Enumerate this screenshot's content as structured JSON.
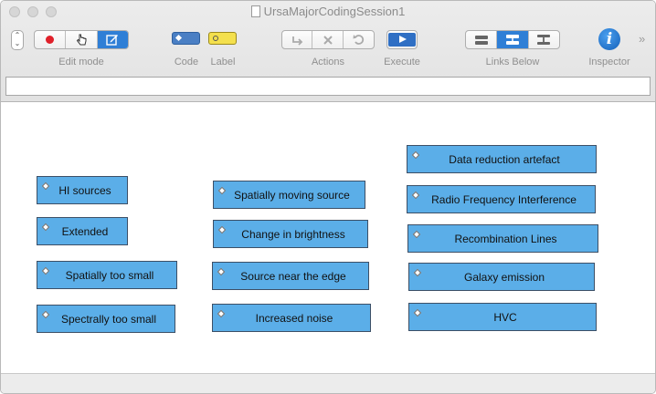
{
  "window": {
    "title": "UrsaMajorCodingSession1"
  },
  "toolbar": {
    "edit_mode_label": "Edit mode",
    "code_label": "Code",
    "label_label": "Label",
    "actions_label": "Actions",
    "execute_label": "Execute",
    "links_below_label": "Links Below",
    "inspector_label": "Inspector",
    "inspector_glyph": "i",
    "overflow_glyph": "»",
    "icons": {
      "record": "record-icon",
      "browse": "hand-pointer-icon",
      "edit": "edit-icon",
      "link": "link-arrow-icon",
      "delete": "delete-x-icon",
      "undo": "undo-icon",
      "execute": "play-icon",
      "links_view": [
        "list-view-icon",
        "tree-view-icon",
        "hierarchy-view-icon"
      ]
    },
    "colors": {
      "accent": "#2f7fd6",
      "code": "#4a7fc4",
      "label": "#f4e04d",
      "record": "#e0202a"
    }
  },
  "search": {
    "value": ""
  },
  "nodes": [
    {
      "label": "HI sources"
    },
    {
      "label": "Extended"
    },
    {
      "label": "Spatially too small"
    },
    {
      "label": "Spectrally too small"
    },
    {
      "label": "Spatially moving source"
    },
    {
      "label": "Change in brightness"
    },
    {
      "label": "Source near the edge"
    },
    {
      "label": "Increased noise"
    },
    {
      "label": "Data reduction artefact"
    },
    {
      "label": "Radio Frequency Interference"
    },
    {
      "label": "Recombination Lines"
    },
    {
      "label": "Galaxy emission"
    },
    {
      "label": "HVC"
    }
  ],
  "node_color": "#5baee8"
}
